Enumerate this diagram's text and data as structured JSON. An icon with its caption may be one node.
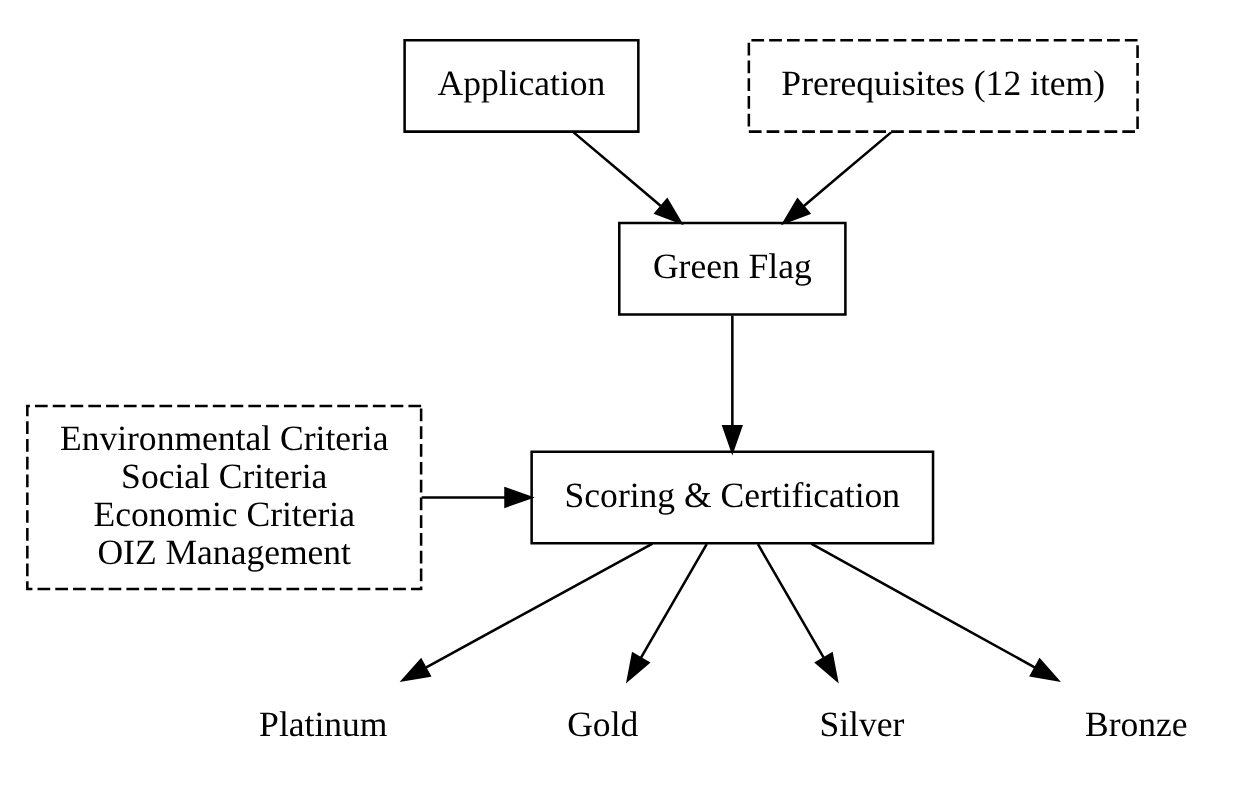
{
  "diagram": {
    "nodes": [
      {
        "text": [
          "Application"
        ]
      },
      {
        "text": [
          "Prerequisites (12 item)"
        ]
      },
      {
        "text": [
          "Green Flag"
        ]
      },
      {
        "text": [
          "Environmental Criteria",
          "Social Criteria",
          "Economic Criteria",
          "OIZ Management"
        ]
      },
      {
        "text": [
          "Scoring & Certification"
        ]
      },
      {
        "text": [
          "Platinum"
        ]
      },
      {
        "text": [
          "Gold"
        ]
      },
      {
        "text": [
          "Silver"
        ]
      },
      {
        "text": [
          "Bronze"
        ]
      }
    ],
    "edges": [
      {
        "from": 0,
        "to": 2,
        "arrow": "to"
      },
      {
        "from": 1,
        "to": 2,
        "arrow": "to"
      },
      {
        "from": 2,
        "to": 4,
        "arrow": "to"
      },
      {
        "from": 3,
        "to": 4,
        "arrow": "to"
      },
      {
        "from": 4,
        "to": 5,
        "arrow": "to"
      },
      {
        "from": 4,
        "to": 6,
        "arrow": "to"
      },
      {
        "from": 4,
        "to": 7,
        "arrow": "to"
      },
      {
        "from": 4,
        "to": 8,
        "arrow": "to"
      }
    ]
  }
}
